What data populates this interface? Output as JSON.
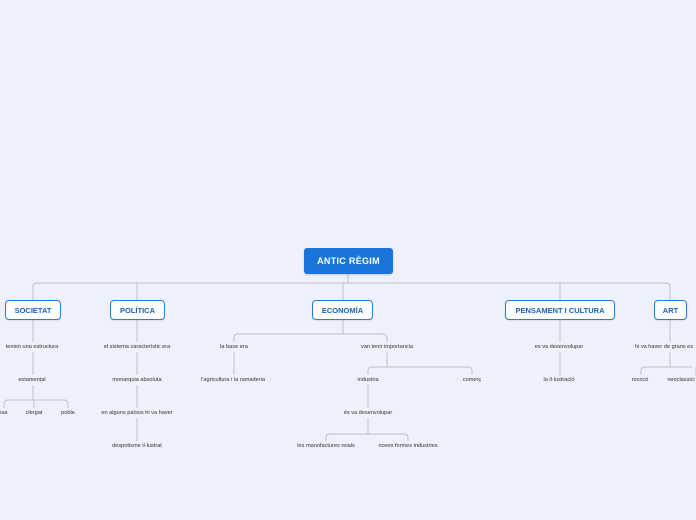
{
  "root": {
    "label": "ANTIC RÈGIM"
  },
  "topics": {
    "societat": "SOCIETAT",
    "politica": "POLÍTICA",
    "economia": "ECONOMÍA",
    "pensament": "PENSAMENT I CULTURA",
    "art": "ART"
  },
  "societat": {
    "c1": "tenien una estructura",
    "c2": "estamental",
    "l1": "ssa",
    "l2": "clergat",
    "l3": "poble"
  },
  "politica": {
    "c1": "el sistema característic era",
    "c2": "monarquia absoluta",
    "c3": "en alguns països hi va haver",
    "c4": "despotisme il·lustrat"
  },
  "economia": {
    "b1": "la base era",
    "b1c": "l'agricultura i la ramaderia",
    "b2": "van tenir importancia",
    "ind": "industria",
    "com": "comerç",
    "dev": "és va desenvolupar",
    "m1": "les manofactures reials",
    "m2": "noves formes industries"
  },
  "pensament": {
    "c1": "es va desenvolupar",
    "c2": "la il·lustració"
  },
  "art": {
    "c1": "hi va haver de grans es",
    "l1": "rococó",
    "l2": "neoclassici"
  }
}
